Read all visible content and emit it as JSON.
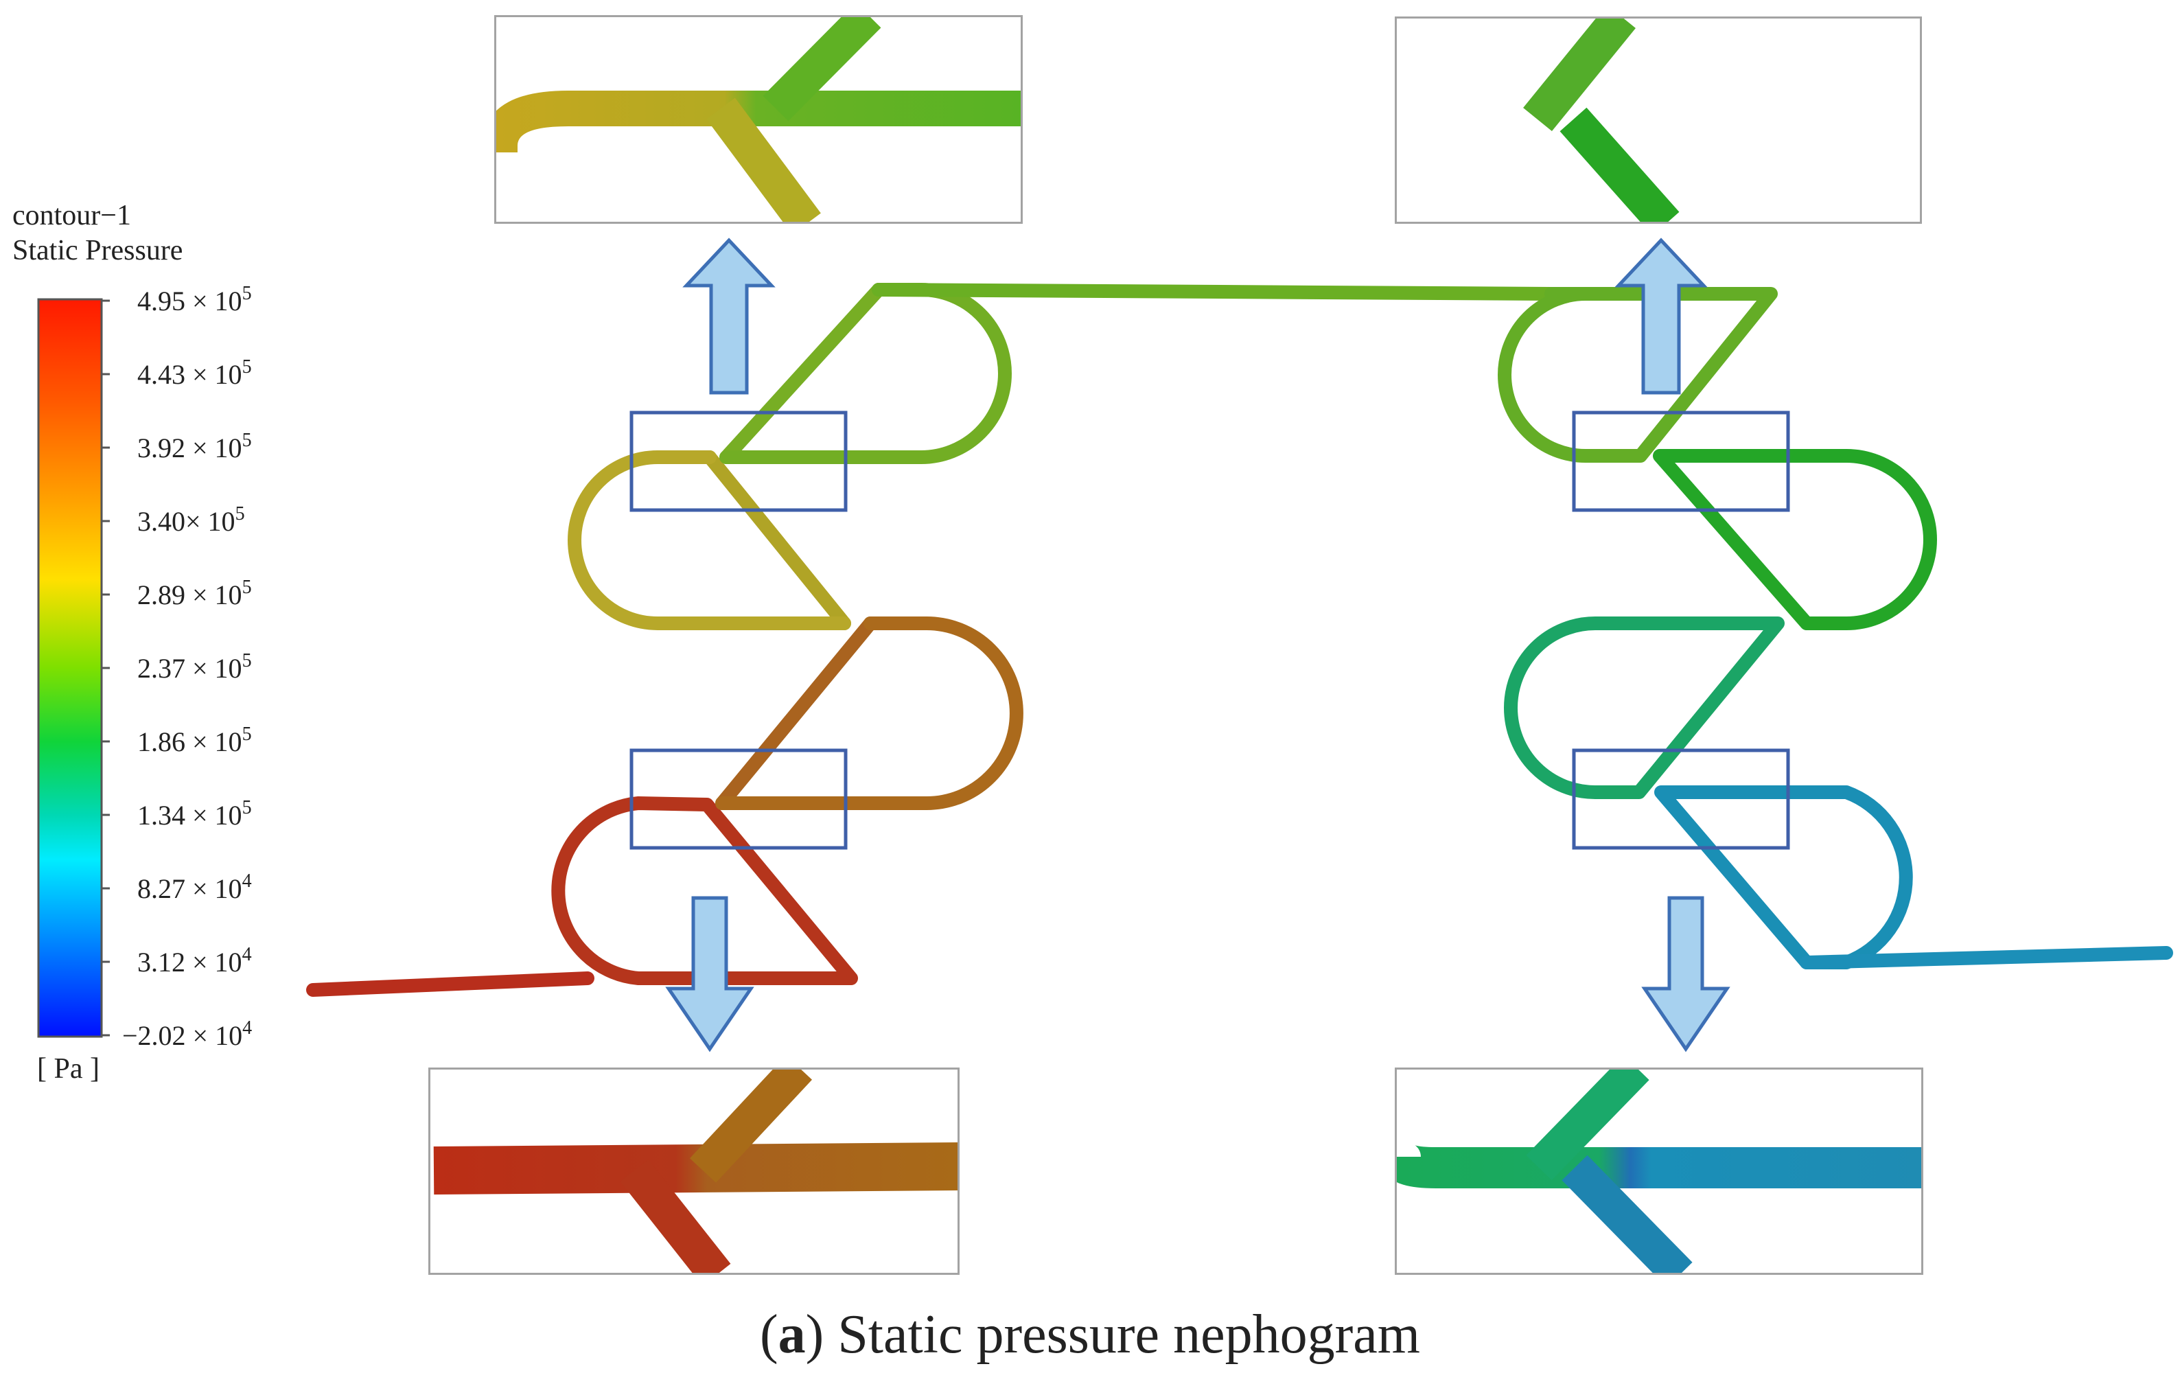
{
  "legend": {
    "line1": "contour−1",
    "line2": "Static Pressure",
    "ticks": [
      {
        "mant": "4.95 × 10",
        "exp": "5"
      },
      {
        "mant": "4.43 × 10",
        "exp": "5"
      },
      {
        "mant": "3.92 × 10",
        "exp": "5"
      },
      {
        "mant": "3.40× 10",
        "exp": "5"
      },
      {
        "mant": "2.89 × 10",
        "exp": "5"
      },
      {
        "mant": "2.37 × 10",
        "exp": "5"
      },
      {
        "mant": "1.86 × 10",
        "exp": "5"
      },
      {
        "mant": "1.34 × 10",
        "exp": "5"
      },
      {
        "mant": "8.27 × 10",
        "exp": "4"
      },
      {
        "mant": "3.12 × 10",
        "exp": "4"
      },
      {
        "mant": "−2.02 × 10",
        "exp": "4"
      }
    ],
    "unit": "[ Pa ]"
  },
  "caption": {
    "open": "(",
    "letter": "a",
    "rest": ") Static pressure nephogram"
  },
  "colors": {
    "box": "#3f5fa8",
    "arrow_fill": "#a7d1ef",
    "arrow_stroke": "#3d6fb5",
    "zoom_frame": "#a3a3a3",
    "scale": [
      "#ff1a00",
      "#ff7a00",
      "#ffd000",
      "#b8ea00",
      "#22d400",
      "#00d8a0",
      "#00e8ff",
      "#0090ff",
      "#0000ff"
    ]
  }
}
